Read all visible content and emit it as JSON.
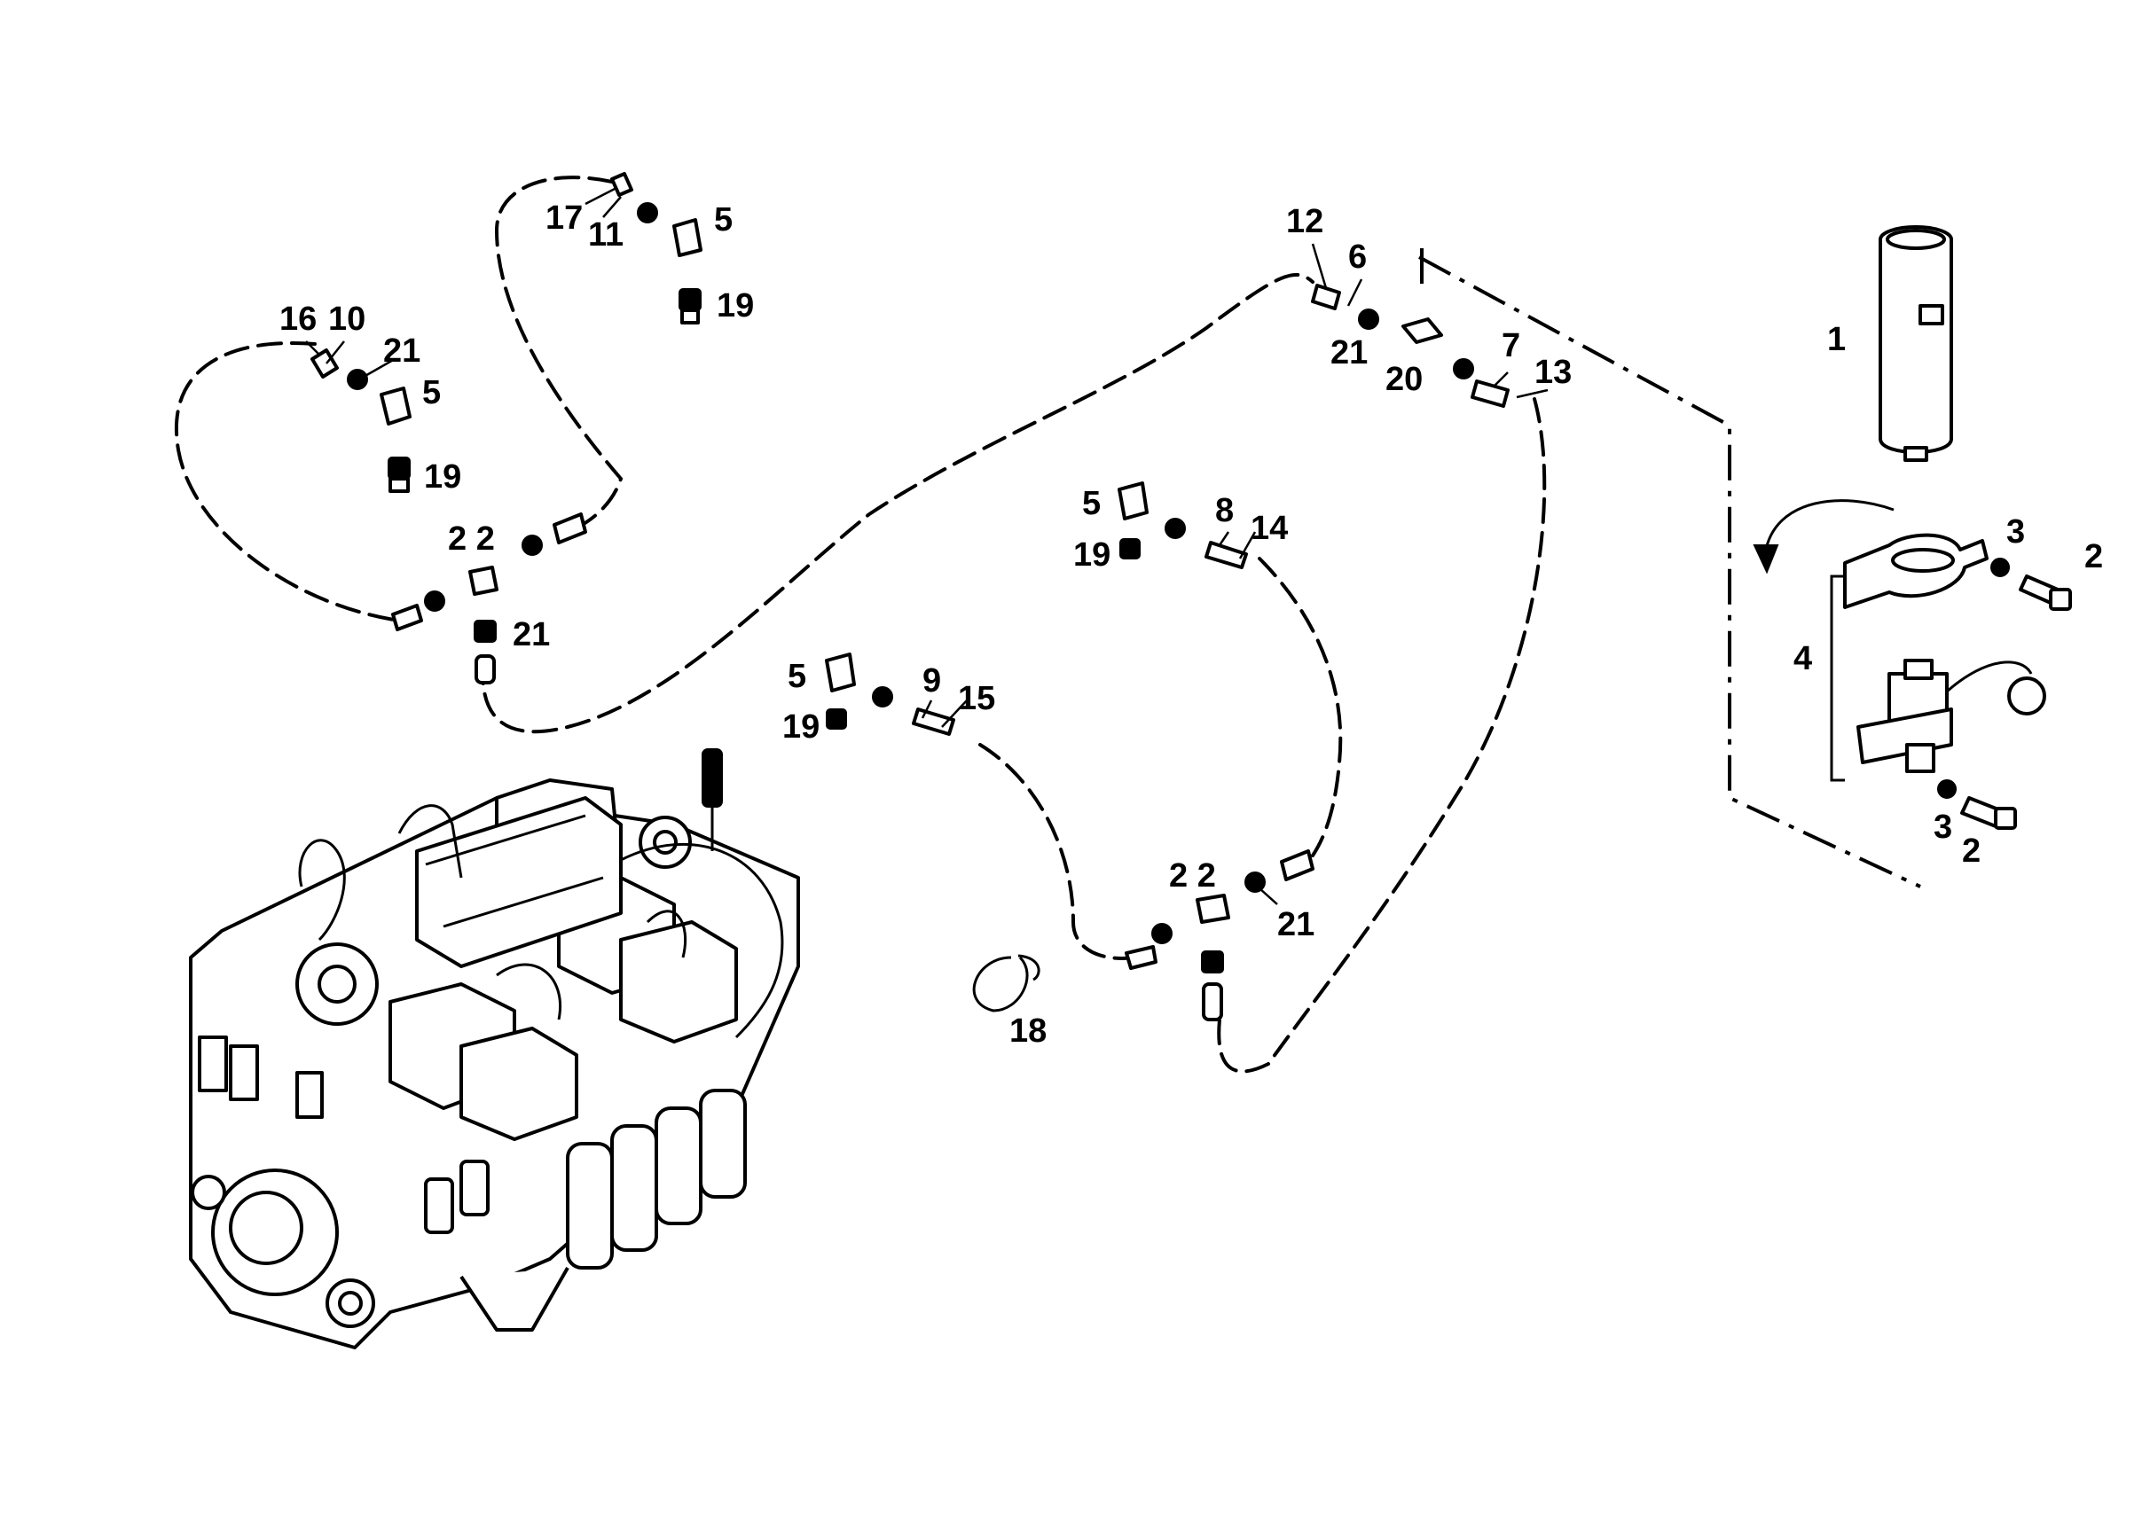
{
  "diagram": {
    "labels": {
      "p1": "1",
      "p2a": "2",
      "p2b": "2",
      "p3a": "3",
      "p3b": "3",
      "p4": "4",
      "p5a": "5",
      "p5b": "5",
      "p5c": "5",
      "p5d": "5",
      "p6": "6",
      "p7": "7",
      "p8": "8",
      "p9": "9",
      "p10": "10",
      "p11": "11",
      "p12": "12",
      "p13": "13",
      "p14": "14",
      "p15": "15",
      "p16": "16",
      "p17": "17",
      "p18": "18",
      "p19a": "19",
      "p19b": "19",
      "p19c": "19",
      "p19d": "19",
      "p20": "20",
      "p21a": "21",
      "p21b": "21",
      "p21c": "21",
      "p21d": "21",
      "p22a": "2 2",
      "p22b": "2 2"
    }
  }
}
